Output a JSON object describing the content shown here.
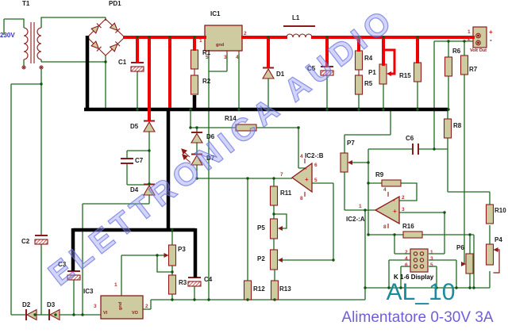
{
  "title": {
    "code": "AL_10",
    "subtitle": "Alimentatore 0-30V 3A"
  },
  "watermark": "ELETTRONICA  AUDIO",
  "colors": {
    "positive_rail": "#ee0000",
    "negative_rail": "#000000",
    "signal_wire": "#1d6b1d",
    "component_outline": "#8b1a1a",
    "component_fill": "#cfcba1",
    "title": "#1a8a9e",
    "subtitle": "#6e5fd8",
    "watermark": "#8f96eb",
    "mains_label": "#3535cc"
  },
  "components": {
    "t1": "T1",
    "mains": "230V",
    "pd1": "PD1",
    "ic1": "IC1",
    "ic1_gnd": "gnd",
    "l1": "L1",
    "c1": "C1",
    "c2": "C2",
    "c3": "C3",
    "c4": "C4",
    "c5": "C5",
    "c6": "C6",
    "c7": "C7",
    "r1": "R1",
    "r2": "R2",
    "r3": "R3",
    "r4": "R4",
    "r5": "R5",
    "r6": "R6",
    "r7": "R7",
    "r8": "R8",
    "r9": "R9",
    "r10": "R10",
    "r11": "R11",
    "r12": "R12",
    "r13": "R13",
    "r14": "R14",
    "r15": "R15",
    "r16": "R16",
    "p1": "P1",
    "p2": "P2",
    "p3": "P3",
    "p4": "P4",
    "p5": "P5",
    "p6": "P6",
    "p7": "P7",
    "d1": "D1",
    "d2": "D2",
    "d3": "D3",
    "d4": "D4",
    "d5": "D5",
    "d6": "D6",
    "d7": "D7",
    "ic2a": "IC2-:A",
    "ic2b": "IC2-:B",
    "ic3": "IC3",
    "ic3_vi": "VI",
    "ic3_vo": "VO",
    "ic3_gnd": "gnd",
    "volt_out": "Volt Out",
    "volt_plus": "+",
    "volt_minus": "-",
    "k_display": "K 1-6 Display"
  },
  "pins": {
    "ic1": [
      "1",
      "2",
      "5",
      "3",
      "4"
    ],
    "ic2b": [
      "7",
      "6",
      "5",
      "4",
      "8"
    ],
    "ic2a": [
      "1",
      "2",
      "3",
      "4",
      "8"
    ],
    "ic3": [
      "1",
      "3",
      "2"
    ],
    "volt_out": [
      "1",
      "2"
    ],
    "k": [
      "2",
      "4",
      "6",
      "1",
      "3",
      "5"
    ]
  },
  "opamp": {
    "minus": "-",
    "plus": "+"
  }
}
